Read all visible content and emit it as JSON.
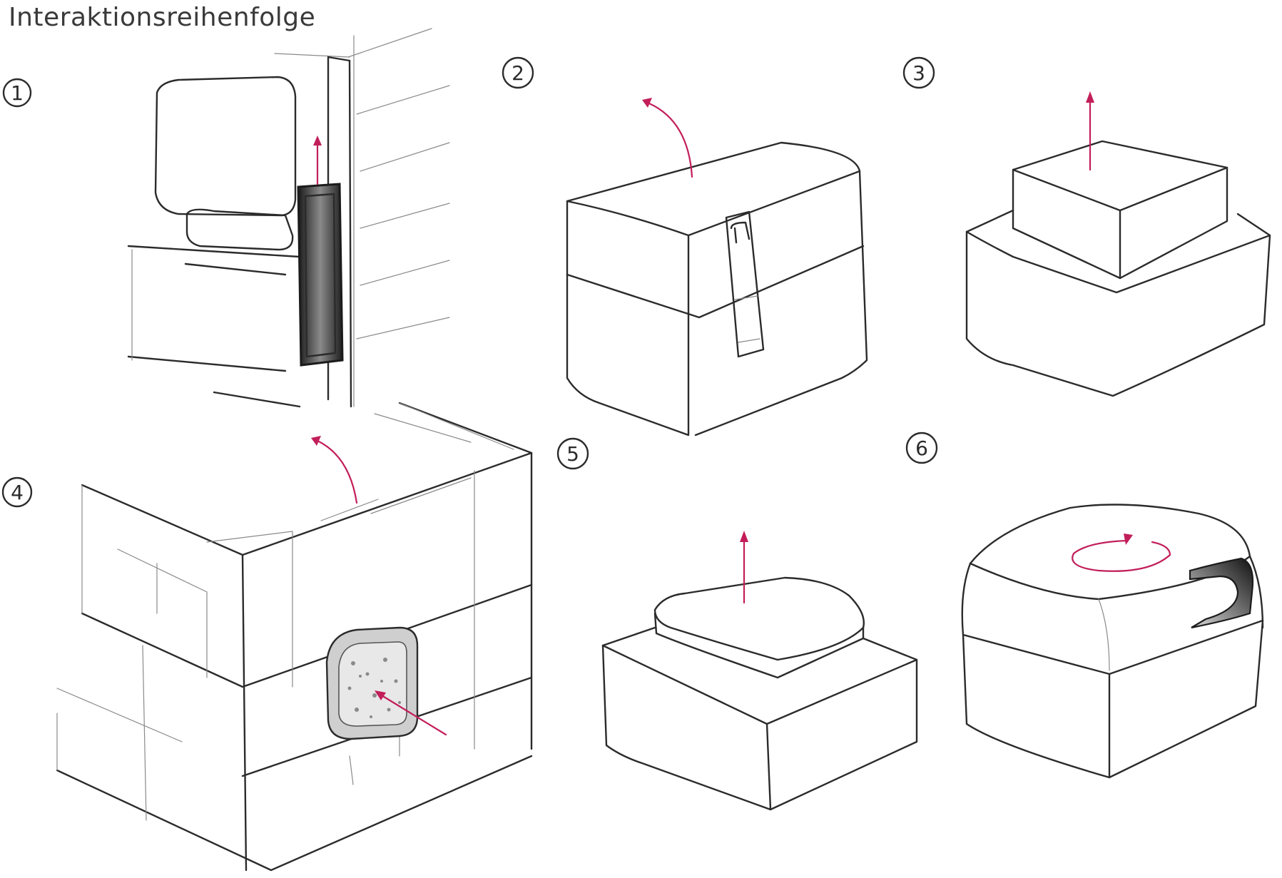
{
  "title": "Interaktionsreihenfolge",
  "steps": [
    {
      "label": "1"
    },
    {
      "label": "2"
    },
    {
      "label": "3"
    },
    {
      "label": "4"
    },
    {
      "label": "5"
    },
    {
      "label": "6"
    }
  ],
  "colors": {
    "line": "#2b2b2b",
    "guide": "#8a8a8a",
    "arrow": "#c21e5a",
    "dark_fill": "#3a3a3a"
  }
}
